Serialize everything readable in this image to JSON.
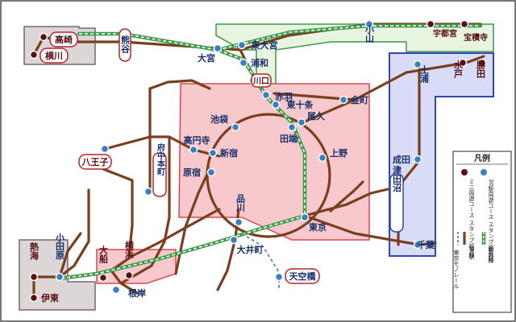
{
  "legend": {
    "title": "凡例",
    "blue_station": "30駅周遊コース スタンプ設置駅",
    "red_station": "ミニ周遊コース スタンプ設置駅",
    "jr_line": "JR線",
    "shinkansen": "新幹線",
    "monorail": "東京モノレール"
  },
  "stations": {
    "takasaki": "高崎",
    "yokokawa": "横川",
    "kumagaya": "熊谷",
    "omiya": "大宮",
    "higashi_omiya": "東大宮",
    "urawa": "浦和",
    "kawaguchi": "川口",
    "oyama": "小山",
    "utsunomiya": "宇都宮",
    "hoshakuji": "宝積寺",
    "tsuchiura": "土浦",
    "mito": "水戸",
    "katsuta": "勝田",
    "akabane": "赤羽",
    "higashi_jujo": "東十条",
    "oku": "尾久",
    "kanamachi": "金町",
    "ikebukuro": "池袋",
    "tabata": "田端",
    "koenji": "高円寺",
    "shinjuku": "新宿",
    "ueno": "上野",
    "hachioji": "八王子",
    "fuchuhommachi": "府中本町",
    "harajuku": "原宿",
    "narita": "成田",
    "shinagawa": "品川",
    "tokyo": "東京",
    "tsudanuma": "津田沼",
    "ooimachi": "大井町",
    "chiba": "千葉",
    "odawara": "小田原",
    "atami": "熱海",
    "ito": "伊東",
    "ofuna": "大船",
    "yokohama": "横浜",
    "negishi": "根岸",
    "tenkubashi": "天空橋"
  },
  "colors": {
    "jr_line": "#7a3f1e",
    "shinkansen": "#3a9a48",
    "monorail": "#6a8fc7",
    "blue_station": "#3a7fc4",
    "red_station": "#7a1c22",
    "zone_center_fill": "#f7c9cc",
    "zone_center_border": "#d9484f",
    "zone_east_fill": "#d8dcf6",
    "zone_east_border": "#3148b3",
    "zone_north_fill": "#e6f4e0",
    "zone_north_border": "#3a9a48",
    "zone_gray_fill": "#dcd7d6",
    "zone_gray_border": "#6e6b6b"
  }
}
